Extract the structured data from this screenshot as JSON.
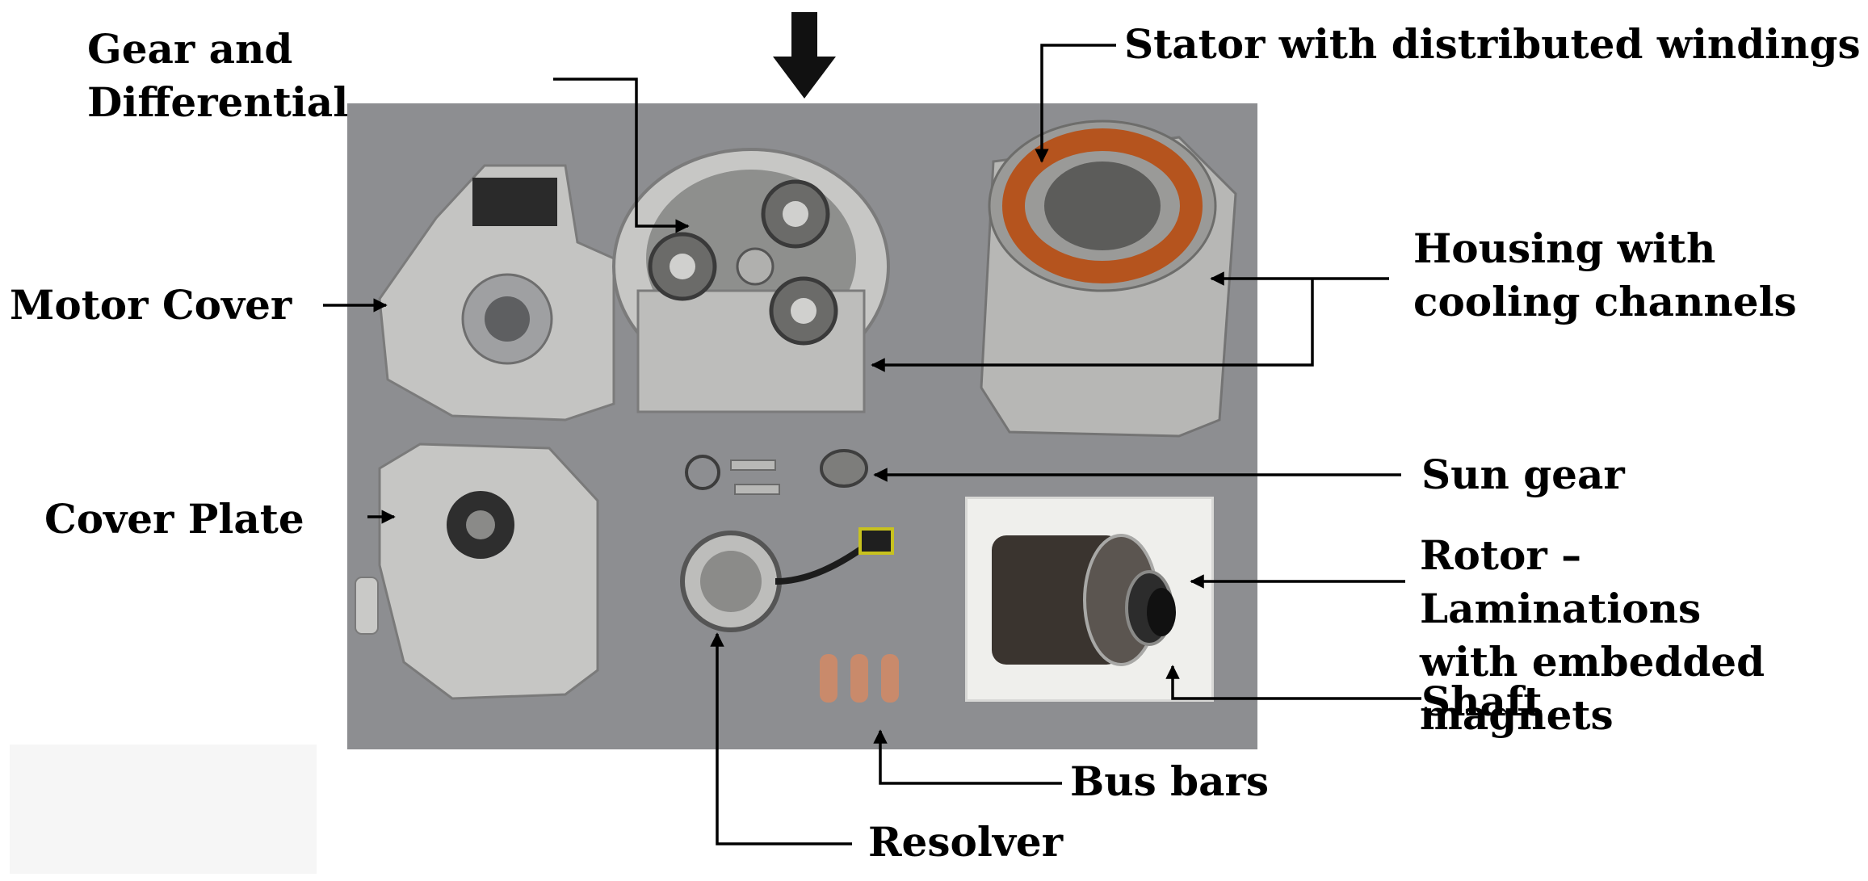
{
  "figure": {
    "labels": {
      "gear_and_differential": "Gear and\nDifferential",
      "stator": "Stator with distributed windings",
      "motor_cover": "Motor Cover",
      "housing": "Housing with\ncooling channels",
      "cover_plate": "Cover Plate",
      "sun_gear": "Sun gear",
      "rotor": "Rotor – Laminations\nwith embedded\nmagnets",
      "shaft": "Shaft",
      "bus_bars": "Bus bars",
      "resolver": "Resolver"
    },
    "colors": {
      "photo_background": "#8d8e91",
      "metal": "#c9c9c7",
      "copper_windings": "#b5541e",
      "label_text": "#000000"
    },
    "icons": {
      "top_arrow": "down-arrow-icon"
    }
  }
}
